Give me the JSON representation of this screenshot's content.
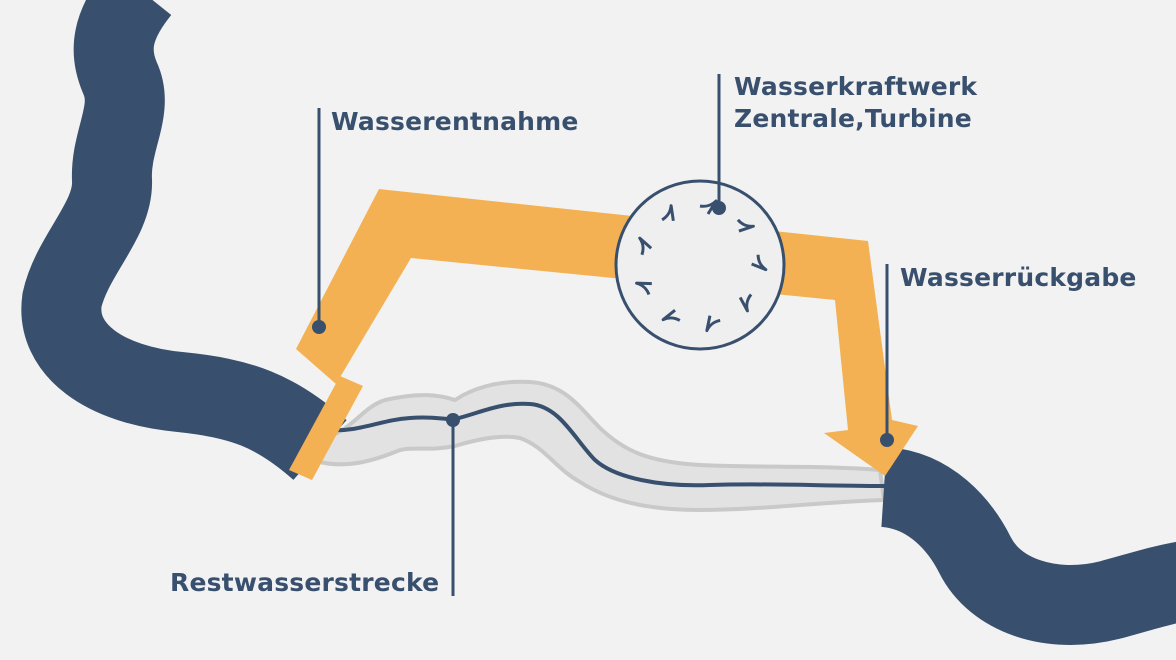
{
  "labels": {
    "water_intake": "Wasserentnahme",
    "power_plant_line1": "Wasserkraftwerk",
    "power_plant_line2": "Zentrale,Turbine",
    "water_return": "Wasserrückgabe",
    "residual_flow": "Restwasserstrecke"
  },
  "colors": {
    "background": "#f2f2f2",
    "river": "#38506e",
    "channel": "#f4b153",
    "residual_bed": "#e2e2e2",
    "residual_bed_outline": "#c9c9c9",
    "text": "#38506e",
    "turbine_fill": "#efefef"
  },
  "icons": [
    "turbine-icon"
  ]
}
